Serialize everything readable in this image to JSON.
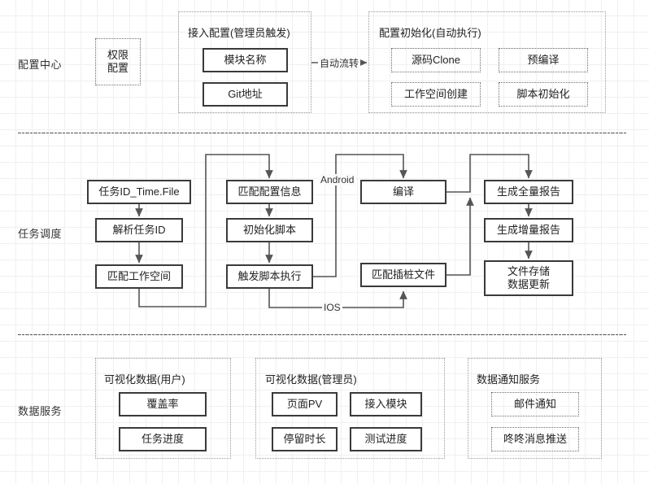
{
  "sections": [
    {
      "label": "配置中心"
    },
    {
      "label": "任务调度"
    },
    {
      "label": "数据服务"
    }
  ],
  "config_center": {
    "permission_box": "权限\n配置",
    "permission_line1": "权限",
    "permission_line2": "配置",
    "access_group": {
      "title": "接入配置(管理员触发)",
      "items": [
        "模块名称",
        "Git地址"
      ]
    },
    "flow_label": "自动流转",
    "init_group": {
      "title": "配置初始化(自动执行)",
      "items": [
        "源码Clone",
        "预编译",
        "工作空间创建",
        "脚本初始化"
      ]
    }
  },
  "task_schedule": {
    "col1": [
      "任务ID_Time.File",
      "解析任务ID",
      "匹配工作空间"
    ],
    "col2": [
      "匹配配置信息",
      "初始化脚本",
      "触发脚本执行"
    ],
    "col3": [
      "编译",
      "匹配插桩文件"
    ],
    "col4": [
      "生成全量报告",
      "生成增量报告",
      "文件存储\n数据更新"
    ],
    "col4_last_line1": "文件存储",
    "col4_last_line2": "数据更新",
    "branch_android": "Android",
    "branch_ios": "IOS"
  },
  "data_service": {
    "groups": [
      {
        "title": "可视化数据(用户)",
        "items": [
          "覆盖率",
          "任务进度"
        ]
      },
      {
        "title": "可视化数据(管理员)",
        "items": [
          "页面PV",
          "接入模块",
          "停留时长",
          "测试进度"
        ]
      },
      {
        "title": "数据通知服务",
        "items": [
          "邮件通知",
          "咚咚消息推送"
        ]
      }
    ]
  },
  "colors": {
    "box_border": "#3a3a3a",
    "group_border": "#9a9a9a",
    "grid": "#f0f0f0",
    "text": "#222222",
    "wire": "#555555"
  }
}
